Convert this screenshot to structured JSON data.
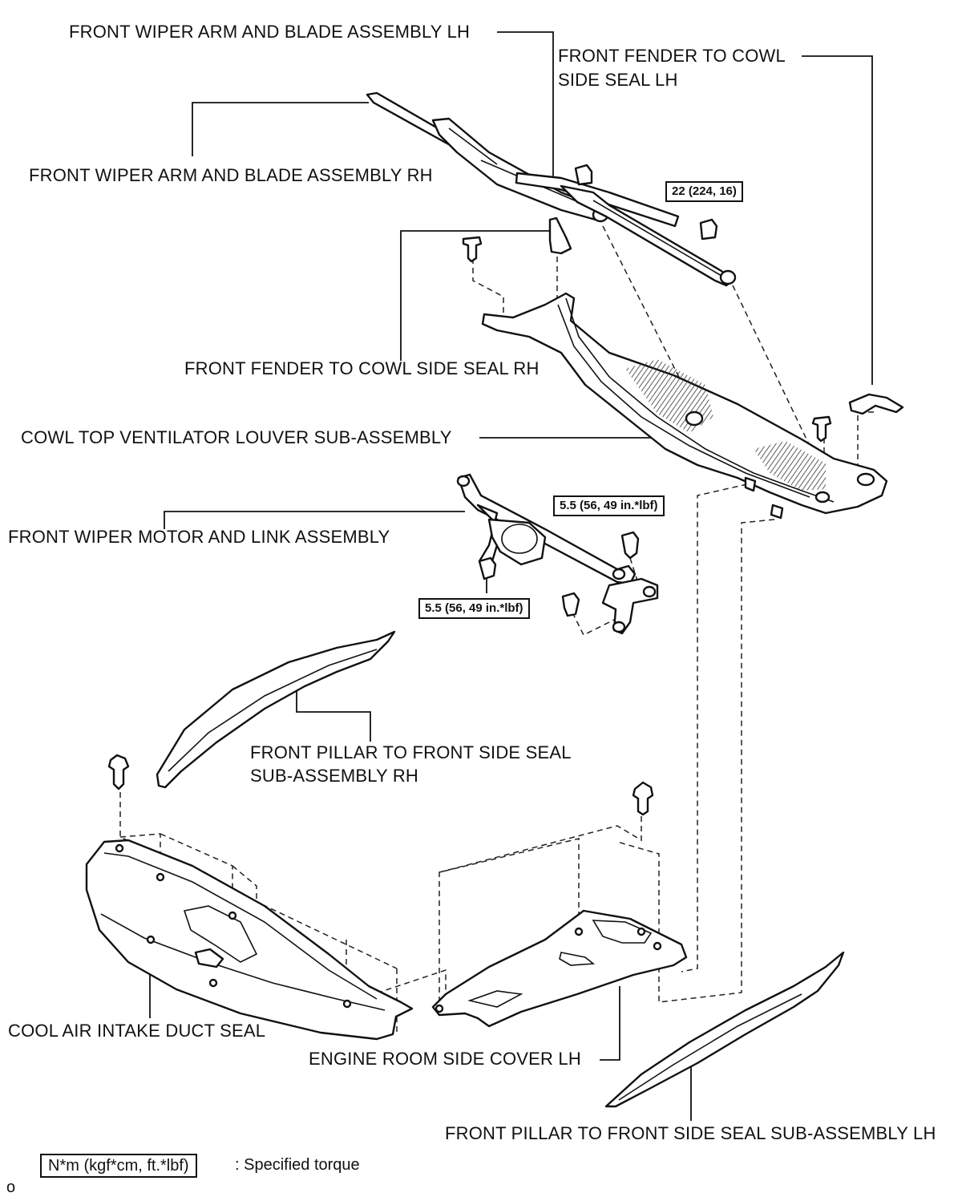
{
  "labels": {
    "wiper_arm_lh": "FRONT WIPER ARM AND BLADE ASSEMBLY LH",
    "fender_seal_lh_line1": "FRONT FENDER TO COWL",
    "fender_seal_lh_line2": "SIDE SEAL LH",
    "wiper_arm_rh": "FRONT WIPER ARM AND BLADE ASSEMBLY RH",
    "fender_seal_rh": "FRONT FENDER TO COWL SIDE SEAL RH",
    "cowl_louver": "COWL TOP VENTILATOR LOUVER SUB-ASSEMBLY",
    "wiper_motor": "FRONT WIPER MOTOR AND LINK ASSEMBLY",
    "pillar_seal_rh_line1": "FRONT PILLAR TO FRONT SIDE SEAL",
    "pillar_seal_rh_line2": "SUB-ASSEMBLY RH",
    "cool_air_seal": "COOL AIR INTAKE DUCT SEAL",
    "engine_cover_lh": "ENGINE ROOM SIDE COVER LH",
    "pillar_seal_lh": "FRONT PILLAR TO FRONT SIDE SEAL SUB-ASSEMBLY LH"
  },
  "torques": {
    "wiper_nut": "22 (224, 16)",
    "motor_bolt_upper": "5.5 (56, 49 in.*lbf)",
    "motor_bolt_lower": "5.5 (56, 49 in.*lbf)"
  },
  "legend": {
    "box": "N*m (kgf*cm, ft.*lbf)",
    "text": ": Specified torque"
  },
  "footer_mark": "o"
}
